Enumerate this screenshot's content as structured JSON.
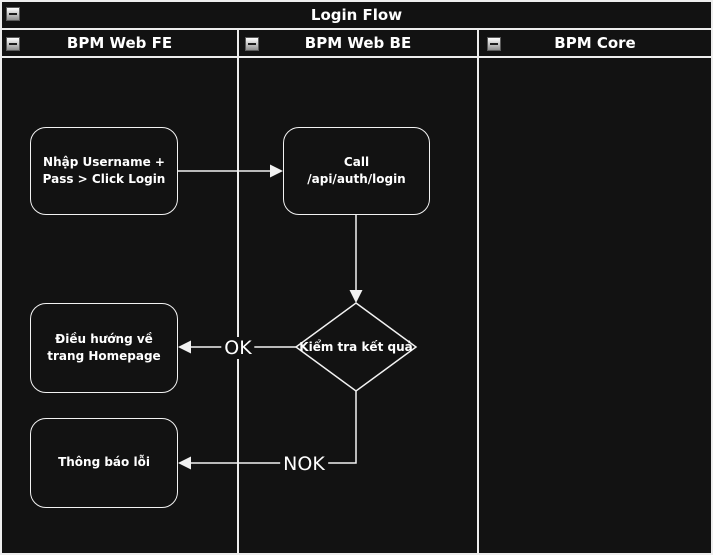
{
  "pool": {
    "title": "Login Flow"
  },
  "lanes": [
    {
      "label": "BPM Web FE"
    },
    {
      "label": "BPM Web BE"
    },
    {
      "label": "BPM Core"
    }
  ],
  "nodes": {
    "input_login": {
      "label": "Nhập Username + Pass > Click Login"
    },
    "call_api": {
      "label": "Call /api/auth/login"
    },
    "check_result": {
      "label": "Kiểm tra kết quả"
    },
    "redirect_home": {
      "label": "Điều hướng về trang Homepage"
    },
    "error_message": {
      "label": "Thông báo lỗi"
    }
  },
  "edges": {
    "ok_label": "OK",
    "nok_label": "NOK"
  },
  "icons": {
    "collapse": "minus-icon"
  },
  "colors": {
    "background": "#121212",
    "line": "#f2f2f2",
    "text": "#ffffff"
  }
}
